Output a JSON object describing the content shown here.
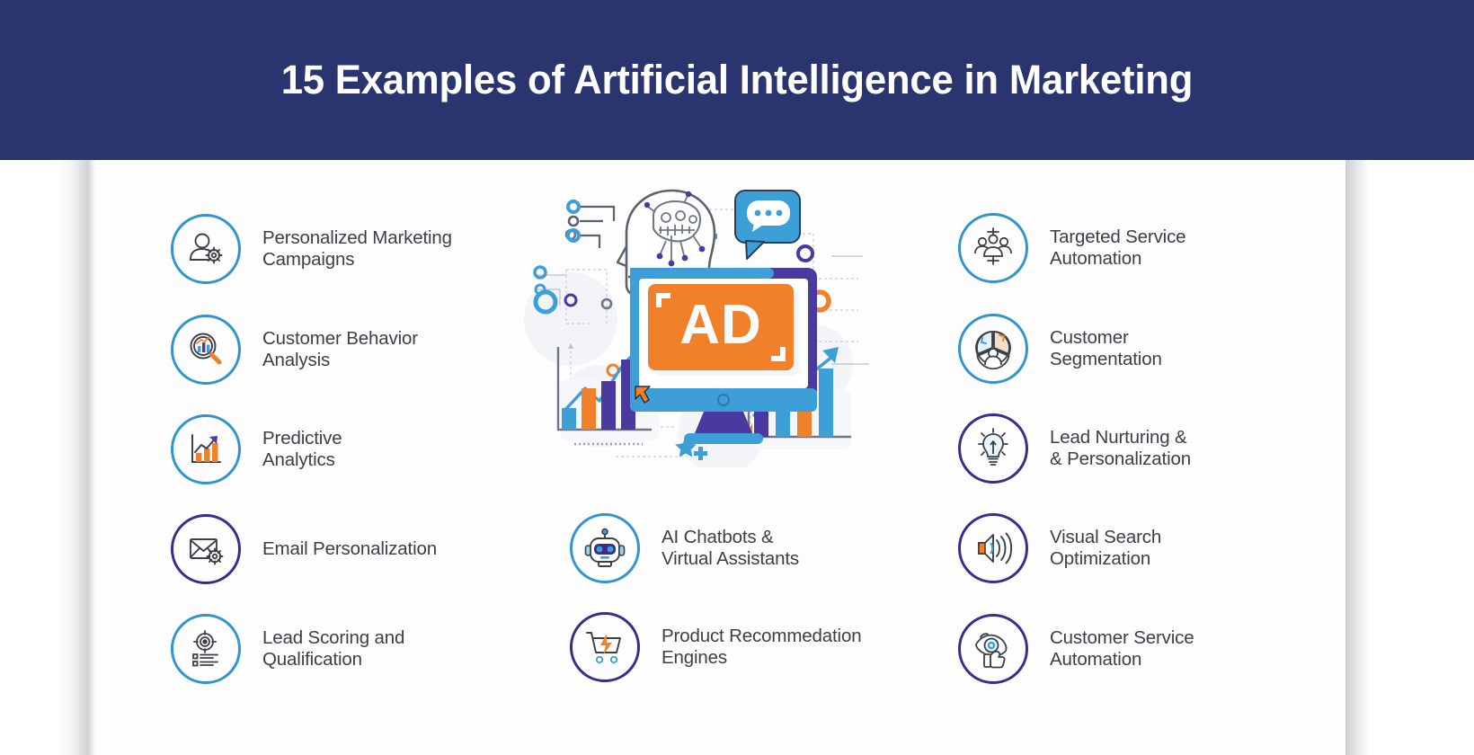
{
  "header": {
    "title": "15 Examples of Artificial Intelligence in Marketing",
    "background_color": "#2a3570",
    "text_color": "#ffffff"
  },
  "palette": {
    "ring_blue": "#3094d0",
    "ring_purple": "#3c2a8d",
    "accent_orange": "#f0802a",
    "accent_blue": "#3d9fd8",
    "accent_indigo": "#3c2a8d",
    "label_text": "#3b4147",
    "sheet_background": "#fdfdfd"
  },
  "columns": {
    "left": [
      {
        "label": "Personalized Marketing\nCampaigns",
        "icon": "user-gear-icon",
        "ring": "blue"
      },
      {
        "label": "Customer Behavior\nAnalysis",
        "icon": "magnifier-chart-icon",
        "ring": "blue"
      },
      {
        "label": "Predictive\nAnalytics",
        "icon": "bar-chart-arrow-icon",
        "ring": "blue"
      },
      {
        "label": "Email Personalization",
        "icon": "envelope-gear-icon",
        "ring": "purple"
      },
      {
        "label": "Lead Scoring and\nQualification",
        "icon": "target-checklist-icon",
        "ring": "blue"
      }
    ],
    "middle": [
      {
        "label": "AI Chatbots &\nVirtual Assistants",
        "icon": "robot-head-icon",
        "ring": "blue"
      },
      {
        "label": "Product Recommedation\nEngines",
        "icon": "shopping-cart-bolt-icon",
        "ring": "purple"
      }
    ],
    "right": [
      {
        "label": "Targeted Service\nAutomation",
        "icon": "people-group-target-icon",
        "ring": "blue"
      },
      {
        "label": "Customer\nSegmentation",
        "icon": "pie-segment-people-icon",
        "ring": "blue"
      },
      {
        "label": "Lead Nurturing &\n& Personalization",
        "icon": "lightbulb-icon",
        "ring": "purple"
      },
      {
        "label": "Visual Search\nOptimization",
        "icon": "speaker-megaphone-icon",
        "ring": "purple"
      },
      {
        "label": "Customer Service\nAutomation",
        "icon": "eye-thumbsup-icon",
        "ring": "purple"
      }
    ]
  },
  "illustration": {
    "name": "ai-marketing-hero-illustration",
    "screen_text": "AD",
    "elements": [
      "ai-head-circuit-brain",
      "desktop-monitor",
      "ad-banner-screen",
      "chat-bubble",
      "bar-chart-left",
      "bar-chart-right",
      "network-nodes"
    ]
  }
}
